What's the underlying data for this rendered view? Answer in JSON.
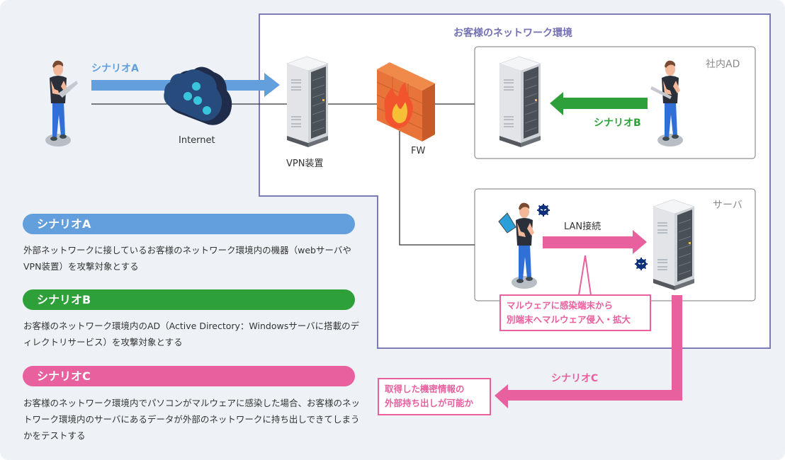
{
  "colors": {
    "scenario_a": "#629fdc",
    "scenario_b": "#2ea03a",
    "scenario_c": "#e8609e",
    "environment_border": "#7b7bb8",
    "background": "#eef2f6"
  },
  "diagram": {
    "environment_title": "お客様のネットワーク環境",
    "internet_label": "Internet",
    "vpn_label": "VPN装置",
    "fw_label": "FW",
    "ad_box_label": "社内AD",
    "server_box_label": "サーバ",
    "arrow_a_label": "シナリオA",
    "arrow_b_label": "シナリオB",
    "arrow_c_label": "シナリオC",
    "lan_label": "LAN接続",
    "malware_callout": "マルウェアに感染端末から\n別端末へマルウェア侵入・拡大",
    "malware_callout_line1": "マルウェアに感染端末から",
    "malware_callout_line2": "別端末へマルウェア侵入・拡大",
    "exfil_callout_line1": "取得した機密情報の",
    "exfil_callout_line2": "外部持ち出しが可能か",
    "icons": [
      "attacker-person-icon",
      "cloud-icon",
      "server-rack-icon",
      "firewall-icon",
      "virus-icon",
      "laptop-user-icon"
    ]
  },
  "scenarios": [
    {
      "title": "シナリオA",
      "description": "外部ネットワークに接しているお客様のネットワーク環境内の機器（webサーバやVPN装置）を攻撃対象とする"
    },
    {
      "title": "シナリオB",
      "description": "お客様のネットワーク環境内のAD（Active Directory：Windowsサーバに搭載のディレクトリサービス）を攻撃対象とする"
    },
    {
      "title": "シナリオC",
      "description": "お客様のネットワーク環境内でパソコンがマルウェアに感染した場合、お客様のネットワーク環境内のサーバにあるデータが外部のネットワークに持ち出しできてしまうかをテストする"
    }
  ]
}
